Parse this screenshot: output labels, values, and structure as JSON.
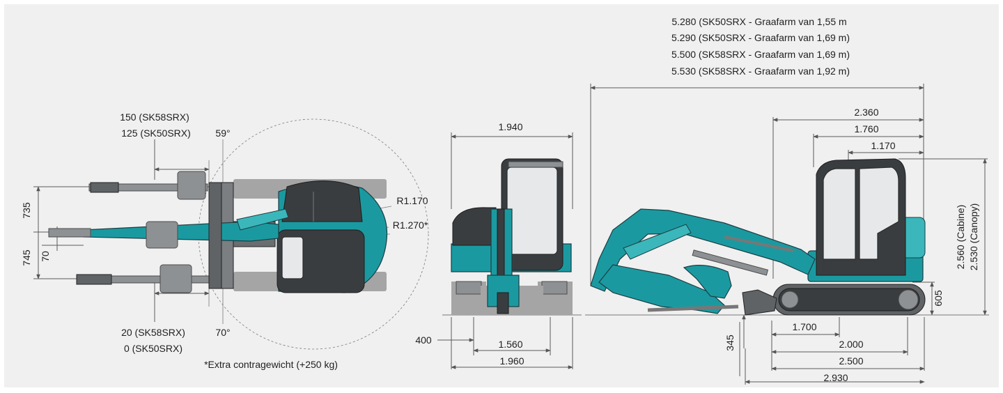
{
  "top_view": {
    "offset_top_1": "150 (SK58SRX)",
    "offset_top_2": "125 (SK50SRX)",
    "angle_left": "59°",
    "offset_bottom_1": "20 (SK58SRX)",
    "offset_bottom_2": "0 (SK50SRX)",
    "angle_right": "70°",
    "dim_735": "735",
    "dim_745": "745",
    "dim_70": "70",
    "radius_1": "R1.170",
    "radius_2": "R1.270*",
    "footnote": "*Extra contragewicht (+250 kg)"
  },
  "front_view": {
    "width_top": "1.940",
    "track_gauge": "1.560",
    "width_bottom": "1.960",
    "shoe_width": "400"
  },
  "side_view": {
    "length_lines": [
      "5.280 (SK50SRX - Graafarm van 1,55 m",
      "5.290 (SK50SRX - Graafarm van 1,69 m)",
      "5.500 (SK58SRX - Graafarm van 1,69 m)",
      "5.530 (SK58SRX - Graafarm van 1,92 m)"
    ],
    "dim_2360": "2.360",
    "dim_1760": "1.760",
    "dim_1170": "1.170",
    "height_cabine": "2.560 (Cabine)",
    "height_canopy": "2.530 (Canopy)",
    "dim_605": "605",
    "dim_345": "345",
    "dim_1700": "1.700",
    "dim_2000": "2.000",
    "dim_2500": "2.500",
    "dim_2930": "2.930"
  },
  "colors": {
    "machine_teal": "#1a9aa0",
    "machine_dark": "#3a3d40",
    "background": "#f0f0f0"
  }
}
